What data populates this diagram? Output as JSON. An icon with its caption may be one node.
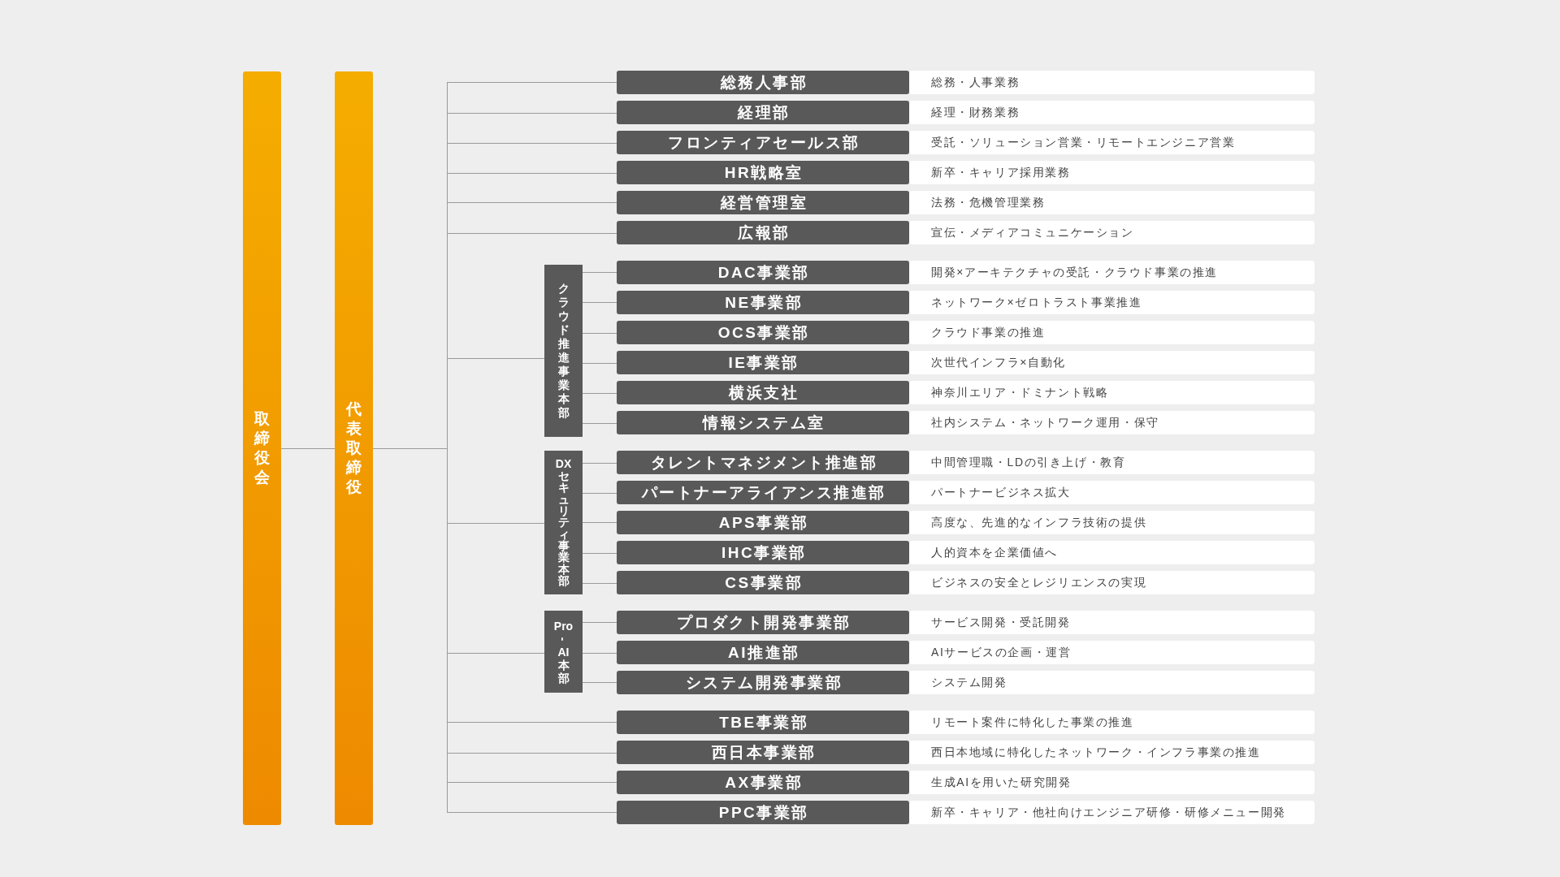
{
  "diagram": {
    "nodes": [
      {
        "text": [
          "取締役会"
        ]
      },
      {
        "text": [
          "代表取締役"
        ]
      },
      {
        "text": [
          "総務人事部"
        ],
        "beside": [
          "総務・人事業務"
        ]
      },
      {
        "text": [
          "経理部"
        ],
        "beside": [
          "経理・財務業務"
        ]
      },
      {
        "text": [
          "フロンティアセールス部"
        ],
        "beside": [
          "受託・ソリューション営業・リモートエンジニア営業"
        ]
      },
      {
        "text": [
          "HR戦略室"
        ],
        "beside": [
          "新卒・キャリア採用業務"
        ]
      },
      {
        "text": [
          "経営管理室"
        ],
        "beside": [
          "法務・危機管理業務"
        ]
      },
      {
        "text": [
          "広報部"
        ],
        "beside": [
          "宣伝・メディアコミュニケーション"
        ]
      },
      {
        "text": [
          "クラウド推進事業本部"
        ]
      },
      {
        "text": [
          "DAC事業部"
        ],
        "beside": [
          "開発×アーキテクチャの受託・クラウド事業の推進"
        ]
      },
      {
        "text": [
          "NE事業部"
        ],
        "beside": [
          "ネットワーク×ゼロトラスト事業推進"
        ]
      },
      {
        "text": [
          "OCS事業部"
        ],
        "beside": [
          "クラウド事業の推進"
        ]
      },
      {
        "text": [
          "IE事業部"
        ],
        "beside": [
          "次世代インフラ×自動化"
        ]
      },
      {
        "text": [
          "横浜支社"
        ],
        "beside": [
          "神奈川エリア・ドミナント戦略"
        ]
      },
      {
        "text": [
          "情報システム室"
        ],
        "beside": [
          "社内システム・ネットワーク運用・保守"
        ]
      },
      {
        "text": [
          "DXセキュリティ事業本部"
        ]
      },
      {
        "text": [
          "タレントマネジメント推進部"
        ],
        "beside": [
          "中間管理職・LDの引き上げ・教育"
        ]
      },
      {
        "text": [
          "パートナーアライアンス推進部"
        ],
        "beside": [
          "パートナービジネス拡大"
        ]
      },
      {
        "text": [
          "APS事業部"
        ],
        "beside": [
          "高度な、先進的なインフラ技術の提供"
        ]
      },
      {
        "text": [
          "IHC事業部"
        ],
        "beside": [
          "人的資本を企業価値へ"
        ]
      },
      {
        "text": [
          "CS事業部"
        ],
        "beside": [
          "ビジネスの安全とレジリエンスの実現"
        ]
      },
      {
        "text": [
          "Pro-AI本部"
        ]
      },
      {
        "text": [
          "プロダクト開発事業部"
        ],
        "beside": [
          "サービス開発・受託開発"
        ]
      },
      {
        "text": [
          "AI推進部"
        ],
        "beside": [
          "AIサービスの企画・運営"
        ]
      },
      {
        "text": [
          "システム開発事業部"
        ],
        "beside": [
          "システム開発"
        ]
      },
      {
        "text": [
          "TBE事業部"
        ],
        "beside": [
          "リモート案件に特化した事業の推進"
        ]
      },
      {
        "text": [
          "西日本事業部"
        ],
        "beside": [
          "西日本地域に特化したネットワーク・インフラ事業の推進"
        ]
      },
      {
        "text": [
          "AX事業部"
        ],
        "beside": [
          "生成AIを用いた研究開発"
        ]
      },
      {
        "text": [
          "PPC事業部"
        ],
        "beside": [
          "新卒・キャリア・他社向けエンジニア研修・研修メニュー開発"
        ]
      }
    ],
    "edges": [
      {
        "from": 0,
        "to": 1,
        "arrow": "none"
      },
      {
        "from": 1,
        "to": 2,
        "arrow": "none"
      },
      {
        "from": 1,
        "to": 3,
        "arrow": "none"
      },
      {
        "from": 1,
        "to": 4,
        "arrow": "none"
      },
      {
        "from": 1,
        "to": 5,
        "arrow": "none"
      },
      {
        "from": 1,
        "to": 6,
        "arrow": "none"
      },
      {
        "from": 1,
        "to": 7,
        "arrow": "none"
      },
      {
        "from": 1,
        "to": 8,
        "arrow": "none"
      },
      {
        "from": 8,
        "to": 9,
        "arrow": "none"
      },
      {
        "from": 8,
        "to": 10,
        "arrow": "none"
      },
      {
        "from": 8,
        "to": 11,
        "arrow": "none"
      },
      {
        "from": 8,
        "to": 12,
        "arrow": "none"
      },
      {
        "from": 8,
        "to": 13,
        "arrow": "none"
      },
      {
        "from": 8,
        "to": 14,
        "arrow": "none"
      },
      {
        "from": 1,
        "to": 15,
        "arrow": "none"
      },
      {
        "from": 15,
        "to": 16,
        "arrow": "none"
      },
      {
        "from": 15,
        "to": 17,
        "arrow": "none"
      },
      {
        "from": 15,
        "to": 18,
        "arrow": "none"
      },
      {
        "from": 15,
        "to": 19,
        "arrow": "none"
      },
      {
        "from": 15,
        "to": 20,
        "arrow": "none"
      },
      {
        "from": 1,
        "to": 21,
        "arrow": "none"
      },
      {
        "from": 21,
        "to": 22,
        "arrow": "none"
      },
      {
        "from": 21,
        "to": 23,
        "arrow": "none"
      },
      {
        "from": 21,
        "to": 24,
        "arrow": "none"
      },
      {
        "from": 1,
        "to": 25,
        "arrow": "none"
      },
      {
        "from": 1,
        "to": 26,
        "arrow": "none"
      },
      {
        "from": 1,
        "to": 27,
        "arrow": "none"
      },
      {
        "from": 1,
        "to": 28,
        "arrow": "none"
      }
    ]
  }
}
